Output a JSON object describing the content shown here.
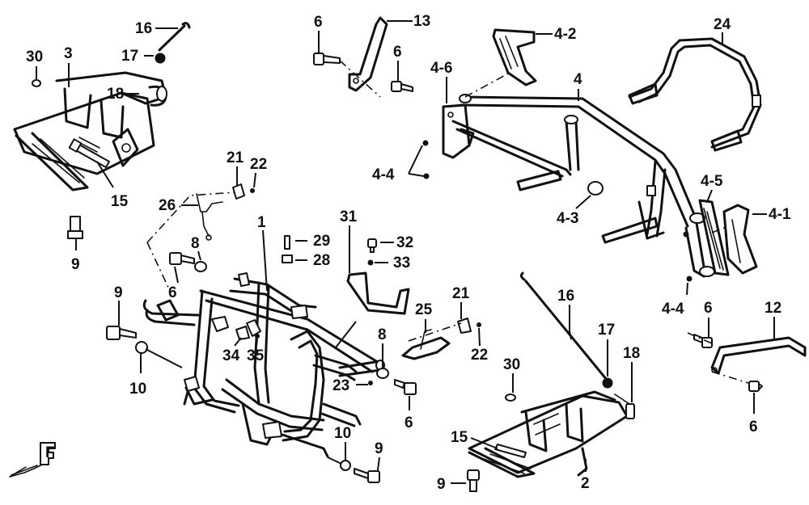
{
  "callouts": [
    {
      "id": "c30a",
      "text": "30"
    },
    {
      "id": "c3",
      "text": "3"
    },
    {
      "id": "c16a",
      "text": "16"
    },
    {
      "id": "c17a",
      "text": "17"
    },
    {
      "id": "c18a",
      "text": "18"
    },
    {
      "id": "c15a",
      "text": "15"
    },
    {
      "id": "c9a",
      "text": "9"
    },
    {
      "id": "c6a",
      "text": "6"
    },
    {
      "id": "c13",
      "text": "13"
    },
    {
      "id": "c6b",
      "text": "6"
    },
    {
      "id": "c42",
      "text": "4-2"
    },
    {
      "id": "c46",
      "text": "4-6"
    },
    {
      "id": "c4",
      "text": "4"
    },
    {
      "id": "c44a",
      "text": "4-4"
    },
    {
      "id": "c43",
      "text": "4-3"
    },
    {
      "id": "c24",
      "text": "24"
    },
    {
      "id": "c45",
      "text": "4-5"
    },
    {
      "id": "c41",
      "text": "4-1"
    },
    {
      "id": "c44b",
      "text": "4-4"
    },
    {
      "id": "c21a",
      "text": "21"
    },
    {
      "id": "c22a",
      "text": "22"
    },
    {
      "id": "c26",
      "text": "26"
    },
    {
      "id": "c8a",
      "text": "8"
    },
    {
      "id": "c6c",
      "text": "6"
    },
    {
      "id": "c1",
      "text": "1"
    },
    {
      "id": "c29",
      "text": "29"
    },
    {
      "id": "c28",
      "text": "28"
    },
    {
      "id": "c31",
      "text": "31"
    },
    {
      "id": "c32",
      "text": "32"
    },
    {
      "id": "c33",
      "text": "33"
    },
    {
      "id": "c9b",
      "text": "9"
    },
    {
      "id": "c10a",
      "text": "10"
    },
    {
      "id": "c34",
      "text": "34"
    },
    {
      "id": "c35",
      "text": "35"
    },
    {
      "id": "c25",
      "text": "25"
    },
    {
      "id": "c21b",
      "text": "21"
    },
    {
      "id": "c22b",
      "text": "22"
    },
    {
      "id": "c8b",
      "text": "8"
    },
    {
      "id": "c23",
      "text": "23"
    },
    {
      "id": "c6d",
      "text": "6"
    },
    {
      "id": "c16b",
      "text": "16"
    },
    {
      "id": "c17b",
      "text": "17"
    },
    {
      "id": "c18b",
      "text": "18"
    },
    {
      "id": "c30b",
      "text": "30"
    },
    {
      "id": "c15b",
      "text": "15"
    },
    {
      "id": "c2",
      "text": "2"
    },
    {
      "id": "c9c",
      "text": "9"
    },
    {
      "id": "c10b",
      "text": "10"
    },
    {
      "id": "c9d",
      "text": "9"
    },
    {
      "id": "c6e",
      "text": "6"
    },
    {
      "id": "c12",
      "text": "12"
    },
    {
      "id": "c6f",
      "text": "6"
    }
  ],
  "front_marker": {
    "letter": "F",
    "icon": "front-direction-arrow-icon"
  }
}
